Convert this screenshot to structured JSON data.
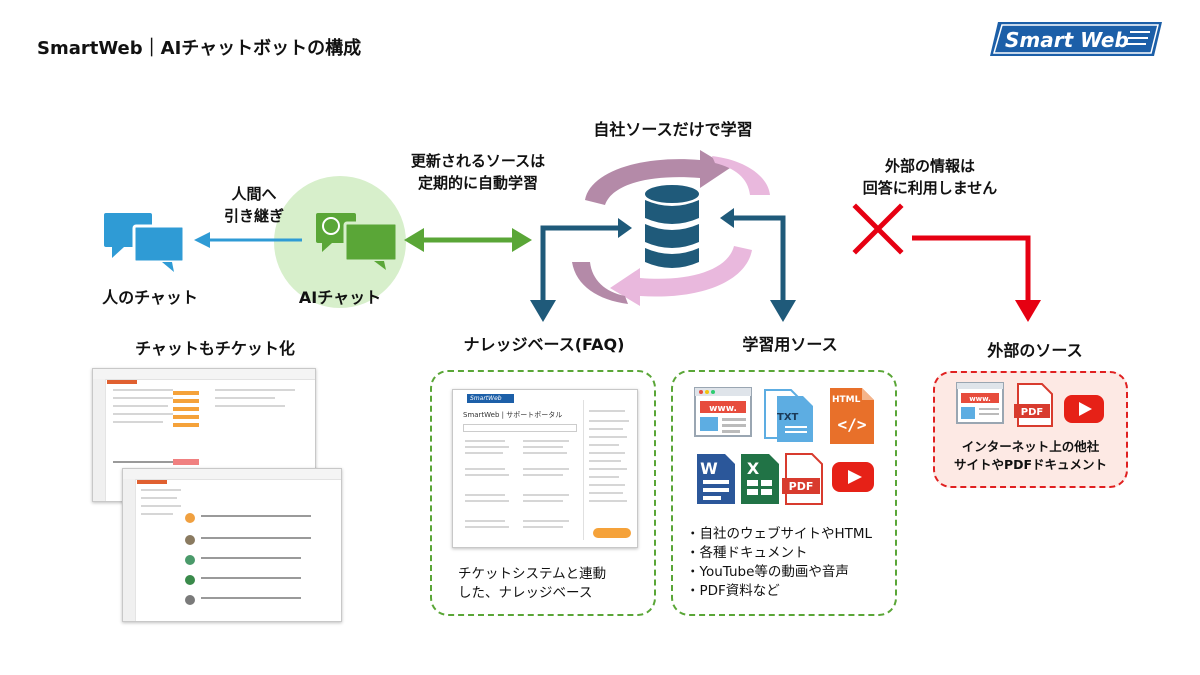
{
  "title": "SmartWeb｜AIチャットボットの構成",
  "logo_text": "Smart Web",
  "nodes": {
    "human_chat": "人のチャット",
    "ai_chat": "AIチャット",
    "knowledge_base": "ナレッジベース(FAQ)",
    "learning_sources": "学習用ソース",
    "external_sources": "外部のソース",
    "ticket_chat": "チャットもチケット化"
  },
  "edges": {
    "handover_line1": "人間へ",
    "handover_line2": "引き継ぎ",
    "auto_learn_line1": "更新されるソースは",
    "auto_learn_line2": "定期的に自動学習",
    "own_source_only": "自社ソースだけで学習",
    "external_line1": "外部の情報は",
    "external_line2": "回答に利用しません"
  },
  "knowledge_base_desc": [
    "チケットシステムと連動",
    "した、ナレッジベース"
  ],
  "learning_sources_list": [
    "・自社のウェブサイトやHTML",
    "・各種ドキュメント",
    "・YouTube等の動画や音声",
    "・PDF資料など"
  ],
  "external_desc": [
    "インターネット上の他社",
    "サイトやPDFドキュメント"
  ],
  "portal_text": {
    "header": "SmartWeb | サポートポータル",
    "logo": "SmartWeb"
  },
  "icon_labels": {
    "www": "www.",
    "txt": "TXT",
    "html": "HTML",
    "pdf": "PDF",
    "word": "W",
    "excel": "X"
  },
  "colors": {
    "green": "#5aa637",
    "blue_arrow": "#2f9bd5",
    "navy": "#1f5a7a",
    "red": "#e60012",
    "pink": "#e9b8dd",
    "mauve": "#b48aa8"
  }
}
